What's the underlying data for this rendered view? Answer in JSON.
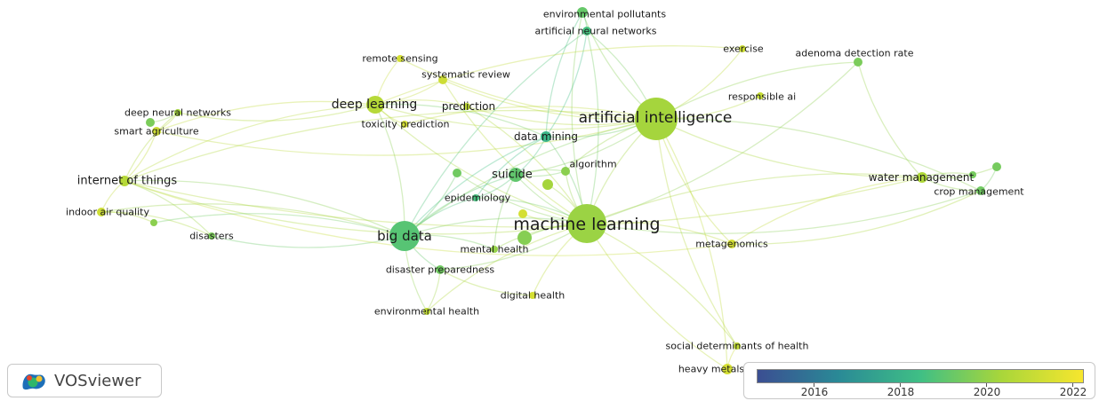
{
  "colors": {
    "old": "#2e6d96",
    "mid": "#3fbf85",
    "new": "#f2e52f",
    "edge_opacity": 0.35
  },
  "nodes": [
    {
      "id": "environmental-pollutants",
      "label": "environmental pollutants",
      "year": 2019.6
    },
    {
      "id": "artificial-neural-networks",
      "label": "artificial neural networks",
      "year": 2019.0
    },
    {
      "id": "exercise",
      "label": "exercise",
      "year": 2021.8
    },
    {
      "id": "adenoma-detection-rate",
      "label": "adenoma detection rate",
      "year": 2020.0
    },
    {
      "id": "remote-sensing",
      "label": "remote sensing",
      "year": 2022.0
    },
    {
      "id": "systematic-review",
      "label": "systematic review",
      "year": 2021.8
    },
    {
      "id": "responsible-ai",
      "label": "responsible ai",
      "year": 2021.6
    },
    {
      "id": "deep-learning",
      "label": "deep learning",
      "year": 2021.2
    },
    {
      "id": "prediction",
      "label": "prediction",
      "year": 2021.5
    },
    {
      "id": "deep-neural-networks",
      "label": "deep neural networks",
      "year": 2020.8
    },
    {
      "id": "artificial-intelligence",
      "label": "artificial intelligence",
      "year": 2020.8
    },
    {
      "id": "smart-agriculture",
      "label": "smart agriculture",
      "year": 2021.8
    },
    {
      "id": "toxicity-prediction",
      "label": "toxicity prediction",
      "year": 2022.0
    },
    {
      "id": "data-mining",
      "label": "data mining",
      "year": 2018.5
    },
    {
      "id": "algorithm",
      "label": "algorithm",
      "year": 2020.3
    },
    {
      "id": "internet-of-things",
      "label": "internet of things",
      "year": 2021.2
    },
    {
      "id": "suicide",
      "label": "suicide",
      "year": 2019.5
    },
    {
      "id": "water-management",
      "label": "water management",
      "year": 2021.0
    },
    {
      "id": "crop-management",
      "label": "crop management",
      "year": 2019.8
    },
    {
      "id": "epidemiology",
      "label": "epidemiology",
      "year": 2019.0
    },
    {
      "id": "indoor-air-quality",
      "label": "indoor air quality",
      "year": 2021.8
    },
    {
      "id": "machine-learning",
      "label": "machine learning",
      "year": 2020.6
    },
    {
      "id": "big-data",
      "label": "big data",
      "year": 2019.3
    },
    {
      "id": "disasters",
      "label": "disasters",
      "year": 2020.0
    },
    {
      "id": "metagenomics",
      "label": "metagenomics",
      "year": 2022.0
    },
    {
      "id": "mental-health",
      "label": "mental health",
      "year": 2020.5
    },
    {
      "id": "disaster-preparedness",
      "label": "disaster preparedness",
      "year": 2019.8
    },
    {
      "id": "digital-health",
      "label": "digital health",
      "year": 2022.0
    },
    {
      "id": "environmental-health",
      "label": "environmental health",
      "year": 2021.5
    },
    {
      "id": "social-determinants-of-health",
      "label": "social determinants of health",
      "year": 2021.5
    },
    {
      "id": "heavy-metals",
      "label": "heavy metals",
      "year": 2022.0
    }
  ],
  "extra_nodes": [
    {
      "id": "n-green1",
      "year": 2019.8
    },
    {
      "id": "n-green2",
      "year": 2020.8
    },
    {
      "id": "n-yellow1",
      "year": 2022.0
    },
    {
      "id": "n-green3",
      "year": 2019.9
    },
    {
      "id": "n-green4",
      "year": 2019.9
    },
    {
      "id": "n-green5",
      "year": 2020.6
    },
    {
      "id": "n-green6",
      "year": 2020.2
    },
    {
      "id": "n-green7",
      "year": 2020.0
    },
    {
      "id": "n-green8",
      "year": 2020.3
    }
  ],
  "edges": [
    [
      "machine-learning",
      "artificial-intelligence"
    ],
    [
      "machine-learning",
      "big-data"
    ],
    [
      "machine-learning",
      "deep-learning"
    ],
    [
      "machine-learning",
      "data-mining"
    ],
    [
      "machine-learning",
      "suicide"
    ],
    [
      "machine-learning",
      "mental-health"
    ],
    [
      "machine-learning",
      "metagenomics"
    ],
    [
      "machine-learning",
      "digital-health"
    ],
    [
      "machine-learning",
      "social-determinants-of-health"
    ],
    [
      "machine-learning",
      "heavy-metals"
    ],
    [
      "machine-learning",
      "water-management"
    ],
    [
      "machine-learning",
      "crop-management"
    ],
    [
      "machine-learning",
      "environmental-pollutants"
    ],
    [
      "machine-learning",
      "artificial-neural-networks"
    ],
    [
      "machine-learning",
      "internet-of-things"
    ],
    [
      "machine-learning",
      "epidemiology"
    ],
    [
      "machine-learning",
      "disaster-preparedness"
    ],
    [
      "machine-learning",
      "environmental-health"
    ],
    [
      "machine-learning",
      "algorithm"
    ],
    [
      "machine-learning",
      "prediction"
    ],
    [
      "machine-learning",
      "systematic-review"
    ],
    [
      "machine-learning",
      "adenoma-detection-rate"
    ],
    [
      "artificial-intelligence",
      "deep-learning"
    ],
    [
      "artificial-intelligence",
      "big-data"
    ],
    [
      "artificial-intelligence",
      "data-mining"
    ],
    [
      "artificial-intelligence",
      "exercise"
    ],
    [
      "artificial-intelligence",
      "adenoma-detection-rate"
    ],
    [
      "artificial-intelligence",
      "responsible-ai"
    ],
    [
      "artificial-intelligence",
      "systematic-review"
    ],
    [
      "artificial-intelligence",
      "water-management"
    ],
    [
      "artificial-intelligence",
      "crop-management"
    ],
    [
      "artificial-intelligence",
      "metagenomics"
    ],
    [
      "artificial-intelligence",
      "smart-agriculture"
    ],
    [
      "artificial-intelligence",
      "internet-of-things"
    ],
    [
      "artificial-intelligence",
      "environmental-pollutants"
    ],
    [
      "artificial-intelligence",
      "artificial-neural-networks"
    ],
    [
      "artificial-intelligence",
      "suicide"
    ],
    [
      "artificial-intelligence",
      "algorithm"
    ],
    [
      "artificial-intelligence",
      "remote-sensing"
    ],
    [
      "artificial-intelligence",
      "social-determinants-of-health"
    ],
    [
      "artificial-intelligence",
      "prediction"
    ],
    [
      "artificial-intelligence",
      "toxicity-prediction"
    ],
    [
      "big-data",
      "data-mining"
    ],
    [
      "big-data",
      "internet-of-things"
    ],
    [
      "big-data",
      "disasters"
    ],
    [
      "big-data",
      "disaster-preparedness"
    ],
    [
      "big-data",
      "epidemiology"
    ],
    [
      "big-data",
      "environmental-health"
    ],
    [
      "big-data",
      "suicide"
    ],
    [
      "big-data",
      "deep-learning"
    ],
    [
      "big-data",
      "mental-health"
    ],
    [
      "big-data",
      "indoor-air-quality"
    ],
    [
      "big-data",
      "artificial-neural-networks"
    ],
    [
      "deep-learning",
      "smart-agriculture"
    ],
    [
      "deep-learning",
      "deep-neural-networks"
    ],
    [
      "deep-learning",
      "internet-of-things"
    ],
    [
      "deep-learning",
      "remote-sensing"
    ],
    [
      "deep-learning",
      "systematic-review"
    ],
    [
      "deep-learning",
      "prediction"
    ],
    [
      "deep-learning",
      "toxicity-prediction"
    ],
    [
      "deep-learning",
      "data-mining"
    ],
    [
      "internet-of-things",
      "smart-agriculture"
    ],
    [
      "internet-of-things",
      "deep-neural-networks"
    ],
    [
      "internet-of-things",
      "indoor-air-quality"
    ],
    [
      "internet-of-things",
      "disasters"
    ],
    [
      "internet-of-things",
      "water-management"
    ],
    [
      "indoor-air-quality",
      "disasters"
    ],
    [
      "data-mining",
      "artificial-neural-networks"
    ],
    [
      "data-mining",
      "suicide"
    ],
    [
      "data-mining",
      "epidemiology"
    ],
    [
      "data-mining",
      "environmental-pollutants"
    ],
    [
      "water-management",
      "crop-management"
    ],
    [
      "water-management",
      "adenoma-detection-rate"
    ],
    [
      "water-management",
      "metagenomics"
    ],
    [
      "crop-management",
      "metagenomics"
    ],
    [
      "suicide",
      "mental-health"
    ],
    [
      "suicide",
      "epidemiology"
    ],
    [
      "suicide",
      "algorithm"
    ],
    [
      "disaster-preparedness",
      "environmental-health"
    ],
    [
      "disaster-preparedness",
      "digital-health"
    ],
    [
      "heavy-metals",
      "social-determinants-of-health"
    ],
    [
      "heavy-metals",
      "artificial-intelligence"
    ],
    [
      "metagenomics",
      "internet-of-things"
    ],
    [
      "exercise",
      "deep-learning"
    ],
    [
      "environmental-pollutants",
      "artificial-neural-networks"
    ],
    [
      "smart-agriculture",
      "deep-neural-networks"
    ],
    [
      "n-green1",
      "big-data"
    ],
    [
      "n-green1",
      "machine-learning"
    ],
    [
      "n-green2",
      "machine-learning"
    ],
    [
      "n-yellow1",
      "machine-learning"
    ],
    [
      "n-green3",
      "water-management"
    ],
    [
      "n-green4",
      "water-management"
    ],
    [
      "n-green3",
      "crop-management"
    ],
    [
      "n-green5",
      "suicide"
    ],
    [
      "n-green6",
      "machine-learning"
    ],
    [
      "n-green7",
      "deep-neural-networks"
    ],
    [
      "n-green8",
      "big-data"
    ],
    [
      "n-green8",
      "indoor-air-quality"
    ]
  ],
  "logo": {
    "text": "VOSviewer"
  },
  "legend": {
    "ticks": [
      "2016",
      "2018",
      "2020",
      "2022"
    ],
    "min_year": 2014.8,
    "max_year": 2022.9
  }
}
